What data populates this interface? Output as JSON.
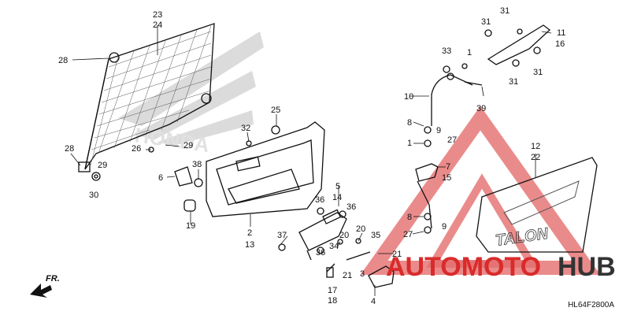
{
  "diagram_code": "HL64F2800A",
  "front_marker": "FR.",
  "watermark": {
    "part1": "AUTOMOTO",
    "part2": "HUB",
    "accent": "#d92b2b",
    "dark": "#333333"
  },
  "callouts": {
    "c23": "23",
    "c24": "24",
    "c28a": "28",
    "c28b": "28",
    "c29a": "29",
    "c29b": "29",
    "c30": "30",
    "c26": "26",
    "c6": "6",
    "c38": "38",
    "c19": "19",
    "c32": "32",
    "c25": "25",
    "c2": "2",
    "c13": "13",
    "c5": "5",
    "c14": "14",
    "c36a": "36",
    "c36b": "36",
    "c36c": "36",
    "c37": "37",
    "c20a": "20",
    "c20b": "20",
    "c34": "34",
    "c35": "35",
    "c21a": "21",
    "c21b": "21",
    "c17": "17",
    "c18": "18",
    "c3": "3",
    "c4": "4",
    "c33": "33",
    "c1a": "1",
    "c1b": "1",
    "c10": "10",
    "c39": "39",
    "c8a": "8",
    "c8b": "8",
    "c9a": "9",
    "c9b": "9",
    "c27a": "27",
    "c27b": "27",
    "c7": "7",
    "c15": "15",
    "c31a": "31",
    "c31b": "31",
    "c31c": "31",
    "c31d": "31",
    "c11": "11",
    "c16": "16",
    "c12": "12",
    "c22": "22"
  }
}
